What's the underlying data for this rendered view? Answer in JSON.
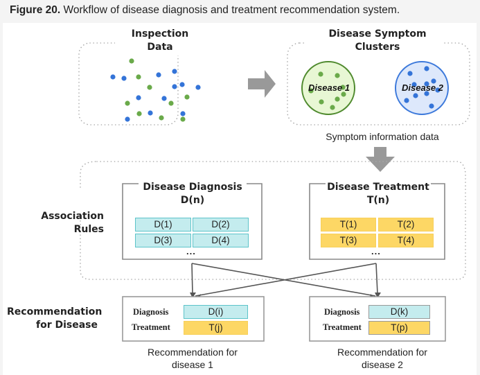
{
  "caption": {
    "label": "Figure 20.",
    "text": " Workflow of disease diagnosis and treatment recommendation system."
  },
  "inspection": {
    "title_line1": "Inspection",
    "title_line2": "Data"
  },
  "clusters": {
    "title_line1": "Disease Symptom",
    "title_line2": "Clusters",
    "disease1": "Disease 1",
    "disease2": "Disease 2",
    "footer": "Symptom information data"
  },
  "association": {
    "label_line1": "Association",
    "label_line2": "Rules"
  },
  "diagnosis": {
    "title_line1": "Disease Diagnosis",
    "title_line2": "D(n)",
    "cells": [
      "D(1)",
      "D(2)",
      "D(3)",
      "D(4)"
    ],
    "ellipsis": "..."
  },
  "treatment": {
    "title_line1": "Disease Treatment",
    "title_line2": "T(n)",
    "cells": [
      "T(1)",
      "T(2)",
      "T(3)",
      "T(4)"
    ],
    "ellipsis": "..."
  },
  "recommendation": {
    "label_line1": "Recommendation",
    "label_line2": "for Disease",
    "row_diagnosis": "Diagnosis",
    "row_treatment": "Treatment",
    "rec1": {
      "diagnosis": "D(i)",
      "treatment": "T(j)",
      "caption_line1": "Recommendation for",
      "caption_line2": "disease 1"
    },
    "rec2": {
      "diagnosis": "D(k)",
      "treatment": "T(p)",
      "caption_line1": "Recommendation for",
      "caption_line2": "disease 2"
    }
  },
  "colors": {
    "green_dot": "#6aaa4a",
    "blue_dot": "#3474d8",
    "diagnosis_fill": "#c4ecee",
    "treatment_fill": "#fdd765",
    "arrow_gray": "#999999"
  }
}
